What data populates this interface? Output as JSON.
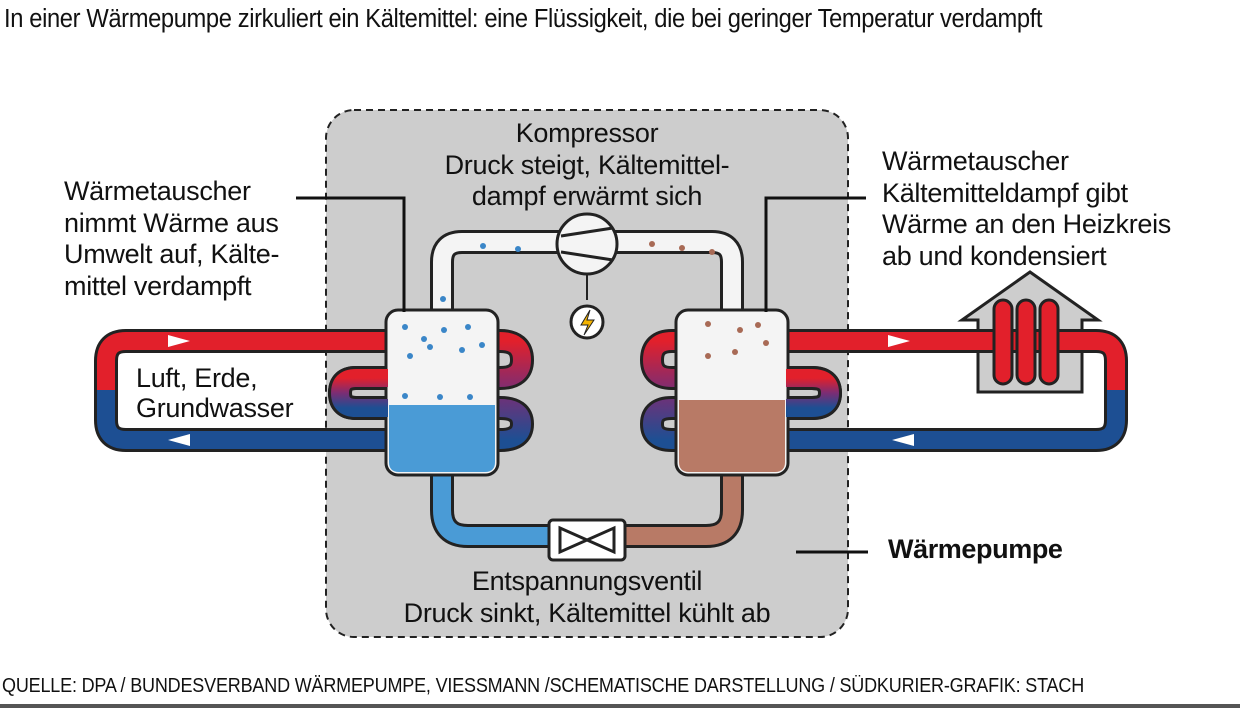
{
  "title": "In einer Wärmepumpe zirkuliert ein Kältemittel: eine Flüssigkeit, die bei geringer Temperatur verdampft",
  "labels": {
    "compressor": [
      "Kompressor",
      "Druck steigt, Kältemittel-",
      "dampf erwärmt sich"
    ],
    "left_exchanger": [
      "Wärmetauscher",
      "nimmt Wärme aus",
      "Umwelt auf, Kälte-",
      "mittel verdampft"
    ],
    "right_exchanger": [
      "Wärmetauscher",
      "Kältemitteldampf gibt",
      "Wärme an den Heizkreis",
      "ab und kondensiert"
    ],
    "environment": [
      "Luft, Erde,",
      "Grundwasser"
    ],
    "valve": [
      "Entspannungsventil",
      "Druck sinkt, Kältemittel kühlt ab"
    ],
    "heat_pump": "Wärmepumpe"
  },
  "source": "QUELLE: DPA / BUNDESVERBAND WÄRMEPUMPE, VIESSMANN /SCHEMATISCHE DARSTELLUNG /  SÜDKURIER-GRAFIK: STACH",
  "colors": {
    "hot": "#e2202b",
    "cold": "#1d4f93",
    "refrigerant_cold": "#4a9bd6",
    "refrigerant_hot": "#b87a66",
    "box": "#cdcdcd",
    "pipe_fill": "#f4f4f4"
  },
  "icons": [
    "compressor-icon",
    "lightning-icon",
    "valve-icon",
    "house-icon",
    "radiator-icon",
    "arrow-icon"
  ]
}
